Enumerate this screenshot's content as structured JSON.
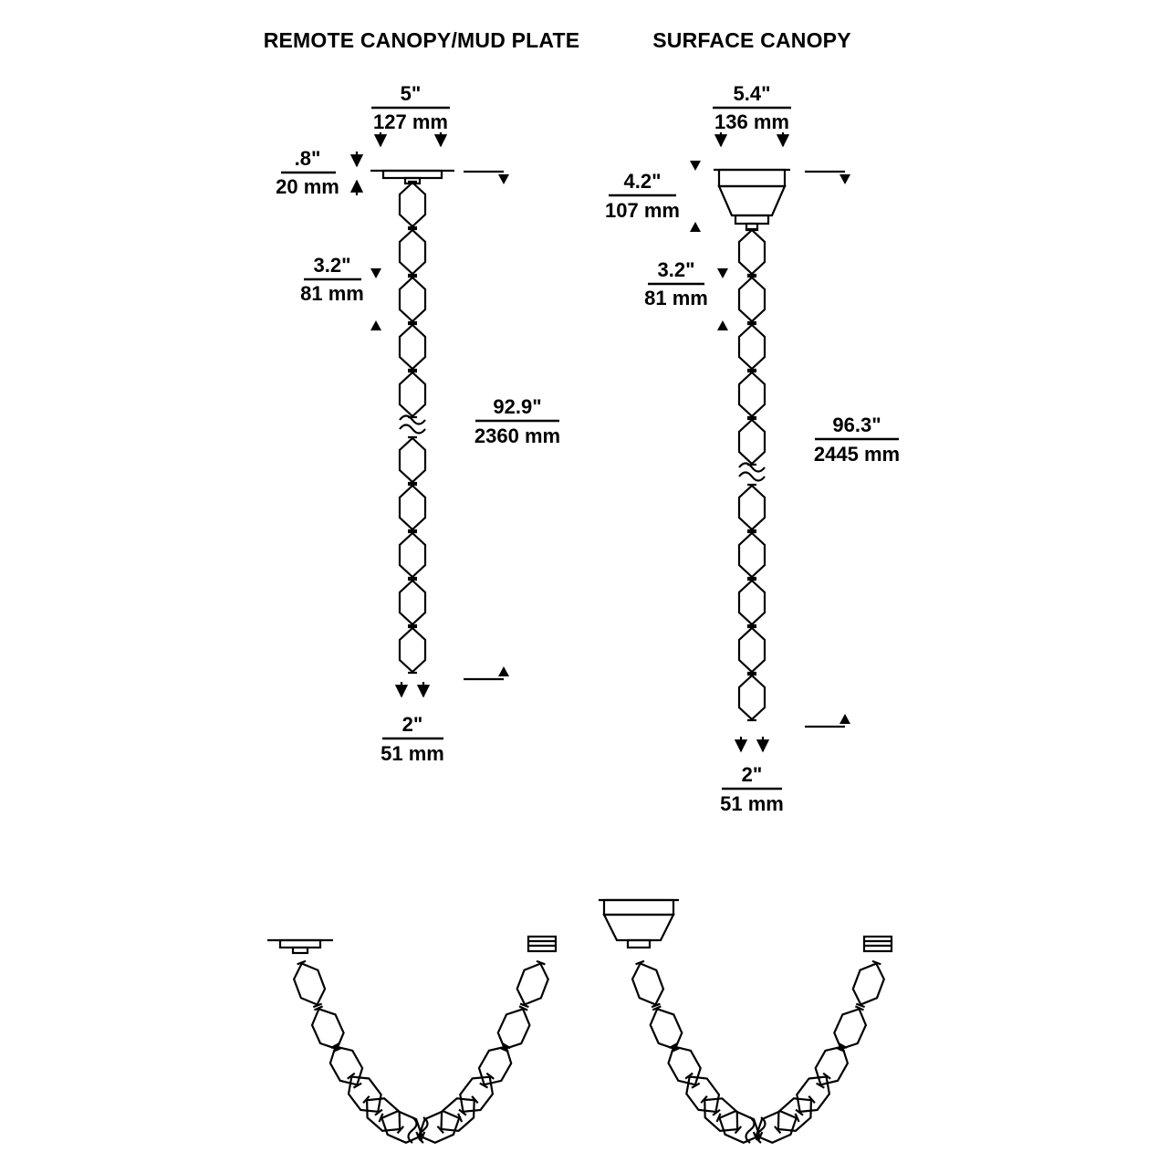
{
  "remote": {
    "title": "REMOTE CANOPY/MUD PLATE",
    "width_in": "5\"",
    "width_mm": "127 mm",
    "plate_in": ".8\"",
    "plate_mm": "20 mm",
    "link_in": "3.2\"",
    "link_mm": "81 mm",
    "length_in": "92.9\"",
    "length_mm": "2360 mm",
    "link_width_in": "2\"",
    "link_width_mm": "51 mm"
  },
  "surface": {
    "title": "SURFACE CANOPY",
    "width_in": "5.4\"",
    "width_mm": "136 mm",
    "canopy_in": "4.2\"",
    "canopy_mm": "107 mm",
    "link_in": "3.2\"",
    "link_mm": "81 mm",
    "length_in": "96.3\"",
    "length_mm": "2445 mm",
    "link_width_in": "2\"",
    "link_width_mm": "51 mm"
  }
}
